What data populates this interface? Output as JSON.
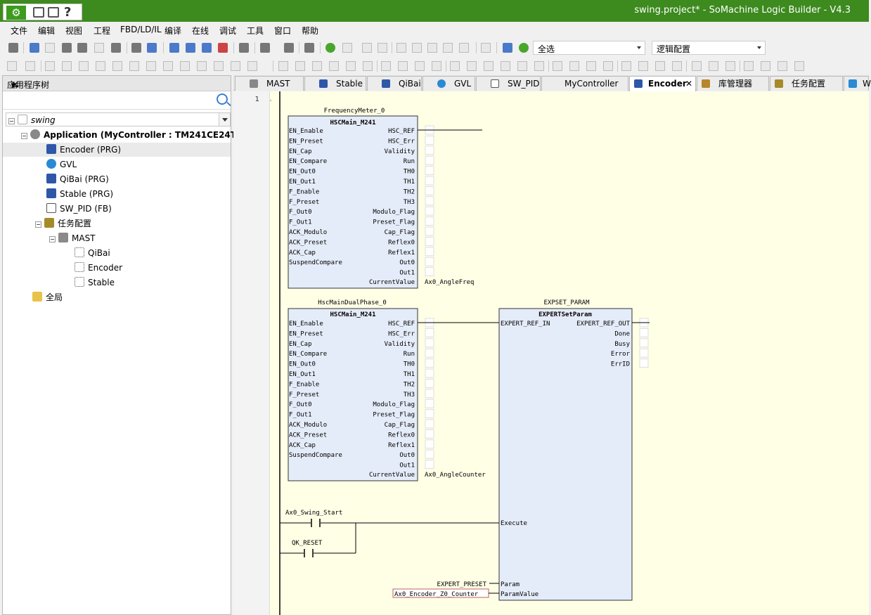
{
  "titlebar": {
    "title": "swing.project* - SoMachine Logic Builder - V4.3"
  },
  "menu": [
    "文件",
    "编辑",
    "视图",
    "工程",
    "FBD/LD/IL",
    "编译",
    "在线",
    "调试",
    "工具",
    "窗口",
    "帮助"
  ],
  "toolbar": {
    "select_combo": "全选",
    "config_combo": "逻辑配置"
  },
  "panel": {
    "title": "应用程序树"
  },
  "tree": [
    {
      "label": "swing",
      "italic": true
    },
    {
      "label": "Application (MyController : TM241CE24T/U)",
      "bold": true
    },
    {
      "label": "Encoder (PRG)",
      "selected": true
    },
    {
      "label": "GVL"
    },
    {
      "label": "QiBai (PRG)"
    },
    {
      "label": "Stable (PRG)"
    },
    {
      "label": "SW_PID (FB)"
    },
    {
      "label": "任务配置"
    },
    {
      "label": "MAST"
    },
    {
      "label": "QiBai"
    },
    {
      "label": "Encoder"
    },
    {
      "label": "Stable"
    },
    {
      "label": "全局"
    }
  ],
  "tabs": [
    "MAST",
    "Stable",
    "QiBai",
    "GVL",
    "SW_PID",
    "MyController",
    "Encoder",
    "库管理器",
    "任务配置",
    "W"
  ],
  "editor": {
    "line_number": "1"
  },
  "fbd": {
    "block1": {
      "instance": "FrequencyMeter_0",
      "type": "HSCMain_M241",
      "inputs": [
        "EN_Enable",
        "EN_Preset",
        "EN_Cap",
        "EN_Compare",
        "EN_Out0",
        "EN_Out1",
        "F_Enable",
        "F_Preset",
        "F_Out0",
        "F_Out1",
        "ACK_Modulo",
        "ACK_Preset",
        "ACK_Cap",
        "SuspendCompare"
      ],
      "outputs": [
        "HSC_REF",
        "HSC_Err",
        "Validity",
        "Run",
        "TH0",
        "TH1",
        "TH2",
        "TH3",
        "Modulo_Flag",
        "Preset_Flag",
        "Cap_Flag",
        "Reflex0",
        "Reflex1",
        "Out0",
        "Out1",
        "CurrentValue"
      ],
      "current_value_var": "Ax0_AngleFreq"
    },
    "block2": {
      "instance": "HscMainDualPhase_0",
      "type": "HSCMain_M241",
      "inputs": [
        "EN_Enable",
        "EN_Preset",
        "EN_Cap",
        "EN_Compare",
        "EN_Out0",
        "EN_Out1",
        "F_Enable",
        "F_Preset",
        "F_Out0",
        "F_Out1",
        "ACK_Modulo",
        "ACK_Preset",
        "ACK_Cap",
        "SuspendCompare"
      ],
      "outputs": [
        "HSC_REF",
        "HSC_Err",
        "Validity",
        "Run",
        "TH0",
        "TH1",
        "TH2",
        "TH3",
        "Modulo_Flag",
        "Preset_Flag",
        "Cap_Flag",
        "Reflex0",
        "Reflex1",
        "Out0",
        "Out1",
        "CurrentValue"
      ],
      "current_value_var": "Ax0_AngleCounter"
    },
    "block3": {
      "instance": "EXPSET_PARAM",
      "type": "EXPERTSetParam",
      "inputs_top": [
        "EXPERT_REF_IN"
      ],
      "outputs": [
        "EXPERT_REF_OUT",
        "Done",
        "Busy",
        "Error",
        "ErrID"
      ],
      "execute": "Execute",
      "param": "Param",
      "param_value": "ParamValue"
    },
    "contact1": "Ax0_Swing_Start",
    "contact2": "QK_RESET",
    "param_var": "EXPERT_PRESET",
    "param_value_var": "Ax0_Encoder_Z0_Counter"
  }
}
